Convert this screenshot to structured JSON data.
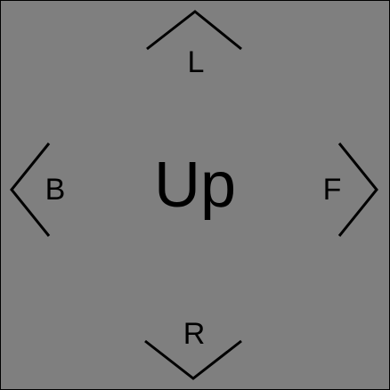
{
  "face": {
    "label": "Up"
  },
  "navigation": {
    "top_label": "L",
    "left_label": "B",
    "right_label": "F",
    "bottom_label": "R"
  },
  "colors": {
    "background": "#7f7f7f",
    "foreground": "#000000"
  },
  "icons": {
    "top": "chevron-up-icon",
    "left": "chevron-left-icon",
    "right": "chevron-right-icon",
    "bottom": "chevron-down-icon"
  }
}
